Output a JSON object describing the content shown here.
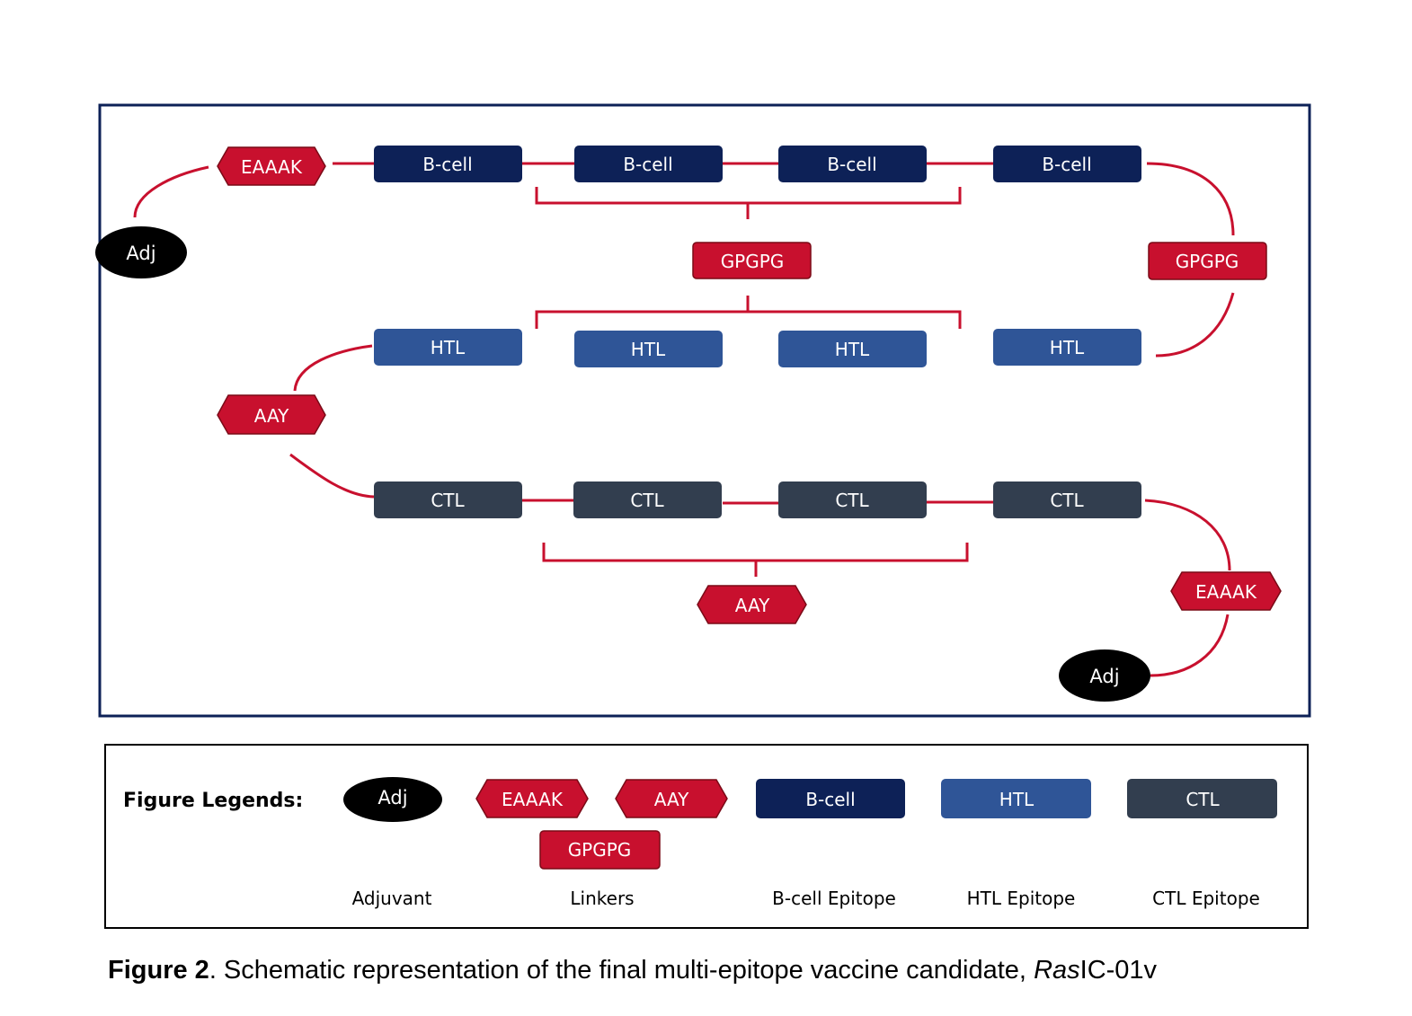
{
  "colors": {
    "bcell": "#0d2157",
    "htl": "#2f5597",
    "ctl": "#323e4f",
    "linker": "#c8102e",
    "linker_border": "#7a0a17",
    "line": "#c8102e",
    "adjuvant": "#000000",
    "frame": "#0d2157"
  },
  "icons": {
    "adjuvant": "black-ellipse",
    "linker": "red-hexagon",
    "epitope": "rounded-rectangle"
  },
  "diagram": {
    "adj_start": "Adj",
    "adj_end": "Adj",
    "eaaak_start": "EAAAK",
    "eaaak_end": "EAAAK",
    "bcell_row": [
      "B-cell",
      "B-cell",
      "B-cell",
      "B-cell"
    ],
    "gpgpg_center": "GPGPG",
    "gpgpg_right": "GPGPG",
    "htl_row": [
      "HTL",
      "HTL",
      "HTL",
      "HTL"
    ],
    "aay_left": "AAY",
    "ctl_row": [
      "CTL",
      "CTL",
      "CTL",
      "CTL"
    ],
    "aay_center": "AAY"
  },
  "legend": {
    "title": "Figure Legends:",
    "adj": "Adj",
    "eaaak": "EAAAK",
    "aay": "AAY",
    "gpgpg": "GPGPG",
    "bcell": "B-cell",
    "htl": "HTL",
    "ctl": "CTL",
    "labels": {
      "adjuvant": "Adjuvant",
      "linkers": "Linkers",
      "bcell": "B-cell Epitope",
      "htl": "HTL Epitope",
      "ctl": "CTL Epitope"
    }
  },
  "caption": {
    "label": "Figure 2",
    "text_before": ". Schematic representation of the final multi-epitope vaccine candidate, ",
    "italic": "Ras",
    "text_after": "IC-01v"
  }
}
